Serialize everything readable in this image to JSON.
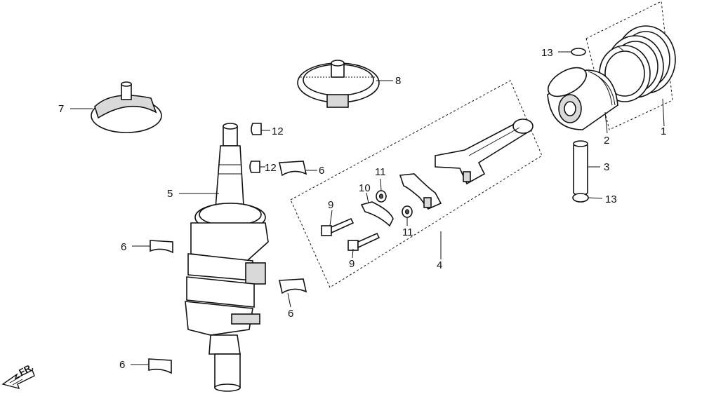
{
  "diagram": {
    "callouts": [
      {
        "id": "1",
        "text": "1"
      },
      {
        "id": "2",
        "text": "2"
      },
      {
        "id": "3",
        "text": "3"
      },
      {
        "id": "4",
        "text": "4"
      },
      {
        "id": "5",
        "text": "5"
      },
      {
        "id": "6a",
        "text": "6"
      },
      {
        "id": "6b",
        "text": "6"
      },
      {
        "id": "6c",
        "text": "6"
      },
      {
        "id": "6d",
        "text": "6"
      },
      {
        "id": "7",
        "text": "7"
      },
      {
        "id": "8",
        "text": "8"
      },
      {
        "id": "9a",
        "text": "9"
      },
      {
        "id": "9b",
        "text": "9"
      },
      {
        "id": "10",
        "text": "10"
      },
      {
        "id": "11a",
        "text": "11"
      },
      {
        "id": "11b",
        "text": "11"
      },
      {
        "id": "12a",
        "text": "12"
      },
      {
        "id": "12b",
        "text": "12"
      },
      {
        "id": "13a",
        "text": "13"
      },
      {
        "id": "13b",
        "text": "13"
      }
    ],
    "direction_label": "FR."
  }
}
